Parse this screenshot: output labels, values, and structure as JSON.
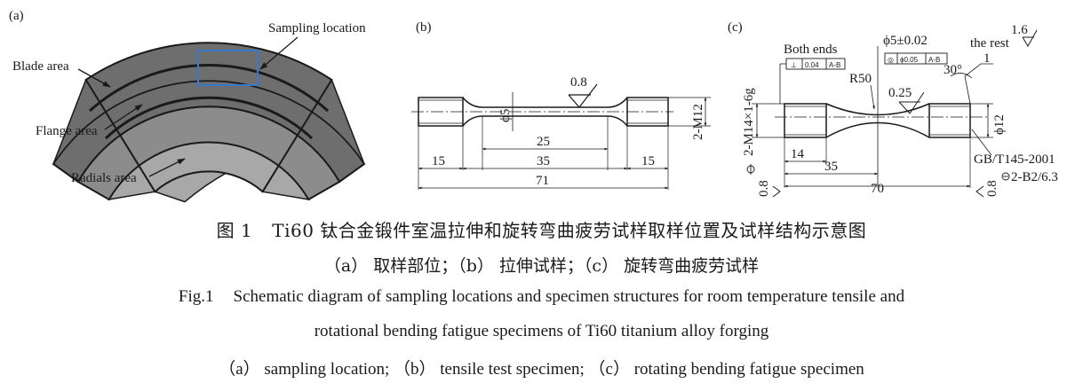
{
  "panel_a": {
    "label": "(a)",
    "blade_area": "Blade area",
    "flange_area": "Flange area",
    "radials_area": "Radials area",
    "sampling_location": "Sampling location"
  },
  "panel_b": {
    "label": "(b)",
    "roughness": "0.8",
    "diameter": "ϕ5",
    "thread": "2-M12",
    "dim_25": "25",
    "dim_35": "35",
    "dim_15_left": "15",
    "dim_15_right": "15",
    "dim_71": "71"
  },
  "panel_c": {
    "label": "(c)",
    "both_ends": "Both ends",
    "tol_both_ends_sym": "⊥",
    "tol_both_ends_val": "0.04",
    "tol_both_ends_ref": "A-B",
    "diameter_tol": "ϕ5±0.02",
    "tol_conc_sym": "◎",
    "tol_conc_val": "ϕ0.05",
    "tol_conc_ref": "A-B",
    "the_rest": "the rest",
    "roughness_rest": "1.6",
    "radius": "R50",
    "roughness_center": "0.25",
    "angle": "30°",
    "chamfer": "1",
    "thread": "2-M14×1-6g",
    "diameter_12": "ϕ12",
    "dim_14": "14",
    "dim_35": "35",
    "dim_70": "70",
    "roughness_left": "0.8",
    "roughness_right": "0.8",
    "standard": "GB/T145-2001",
    "center_hole": "2-B2/6.3"
  },
  "captions": {
    "zh_num": "图 1",
    "zh_title": "Ti60 钛合金锻件室温拉伸和旋转弯曲疲劳试样取样位置及试样结构示意图",
    "zh_sub": "（a） 取样部位；（b） 拉伸试样；（c） 旋转弯曲疲劳试样",
    "en_num": "Fig.1",
    "en_title_line1": "Schematic diagram of sampling locations and specimen structures for room temperature tensile and",
    "en_title_line2": "rotational bending fatigue specimens of Ti60 titanium alloy forging",
    "en_sub": "（a） sampling location; （b） tensile test specimen; （c） rotating bending fatigue specimen"
  },
  "colors": {
    "blade_area": "#6e6e6e",
    "flange_band": "#8c8c8c",
    "radials_area": "#a8a8a8",
    "sampling_box": "#3a78c9",
    "ink": "#1a1a1a"
  }
}
